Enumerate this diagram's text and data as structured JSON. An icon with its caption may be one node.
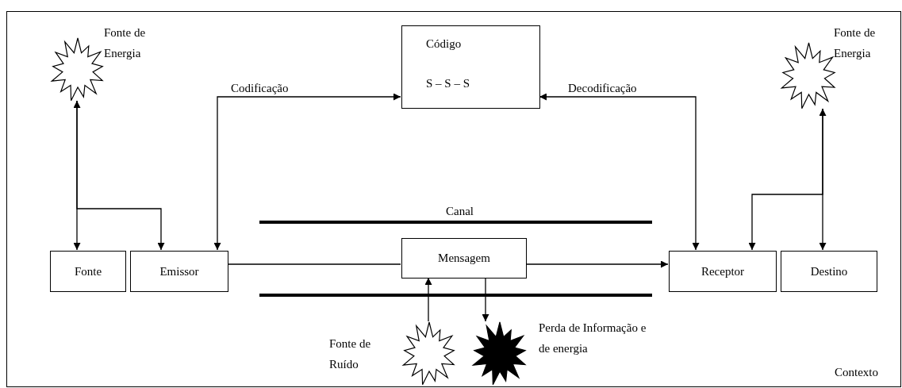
{
  "diagram": {
    "nodes": [
      {
        "text": [
          "Contexto"
        ]
      },
      {
        "text": [],
        "shape": "starburst",
        "beside": [
          "Fonte de Energia"
        ],
        "in": 0
      },
      {
        "text": [
          "Código",
          "S – S – S"
        ],
        "in": 0
      },
      {
        "text": [],
        "shape": "starburst",
        "beside": [
          "Fonte de Energia"
        ],
        "in": 0
      },
      {
        "text": [
          "Fonte"
        ],
        "in": 0
      },
      {
        "text": [
          "Emissor"
        ],
        "in": 0
      },
      {
        "text": [
          "Mensagem"
        ],
        "in": 0
      },
      {
        "text": [
          "Receptor"
        ],
        "in": 0
      },
      {
        "text": [
          "Destino"
        ],
        "in": 0
      },
      {
        "text": [],
        "shape": "starburst",
        "beside": [
          "Fonte de Ruído"
        ],
        "in": 0
      },
      {
        "text": [],
        "shape": "starburst",
        "beside": [
          "Perda de Informação e de energia"
        ],
        "in": 0
      }
    ],
    "edges": [
      {
        "from": 1,
        "to": 4,
        "arrow": "both"
      },
      {
        "from": 1,
        "to": 5,
        "arrow": "to"
      },
      {
        "from": 5,
        "to": 2,
        "arrow": "both",
        "label": "Codificação"
      },
      {
        "from": 7,
        "to": 2,
        "arrow": "both",
        "label": "Decodificação"
      },
      {
        "from": 5,
        "to": 6,
        "arrow": "none"
      },
      {
        "from": 6,
        "to": 7,
        "arrow": "to"
      },
      {
        "from": 3,
        "to": 8,
        "arrow": "both"
      },
      {
        "from": 3,
        "to": 7,
        "arrow": "to"
      },
      {
        "from": 9,
        "to": 6,
        "arrow": "to"
      },
      {
        "from": 6,
        "to": 10,
        "arrow": "to"
      }
    ],
    "labels": [
      "Canal"
    ]
  }
}
